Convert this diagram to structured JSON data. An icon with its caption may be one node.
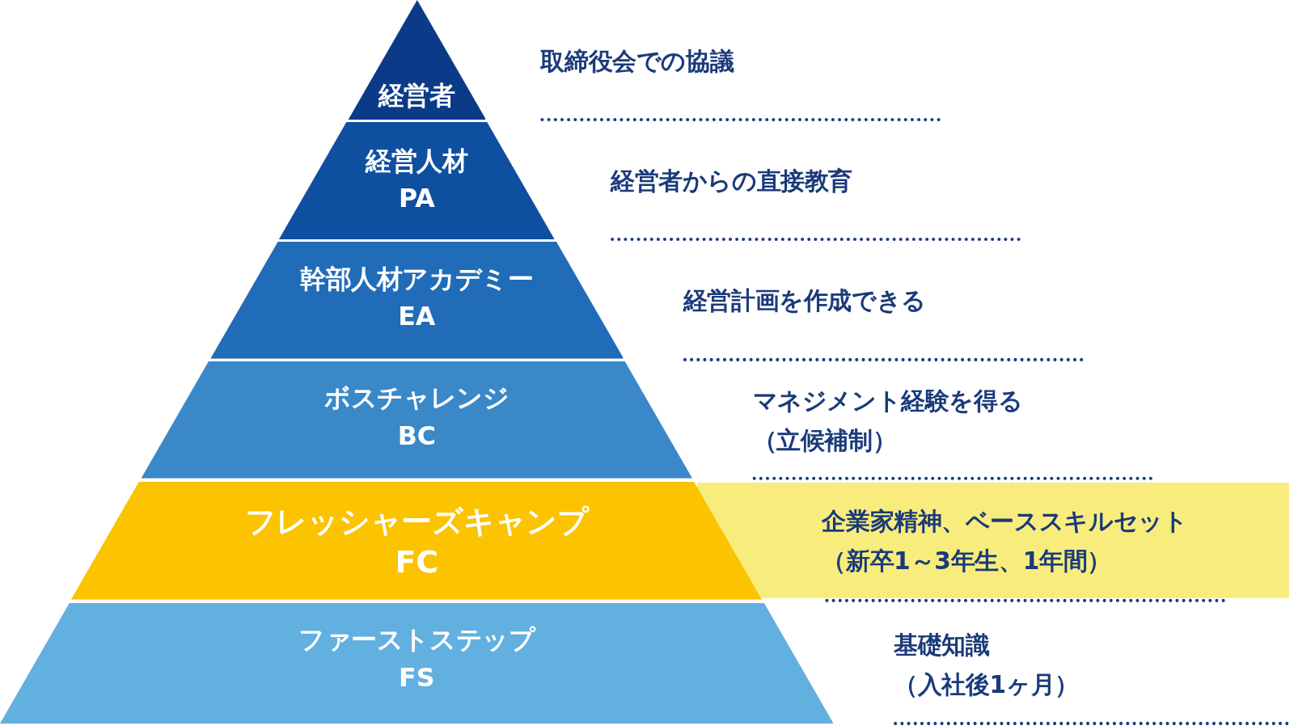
{
  "diagram": {
    "nodes": [
      {
        "text": [
          "経営者"
        ],
        "beside": [
          "取締役会での協議"
        ]
      },
      {
        "text": [
          "経営人材",
          "PA"
        ],
        "beside": [
          "経営者からの直接教育"
        ]
      },
      {
        "text": [
          "幹部人材アカデミー",
          "EA"
        ],
        "beside": [
          "経営計画を作成できる"
        ]
      },
      {
        "text": [
          "ボスチャレンジ",
          "BC"
        ],
        "beside": [
          "マネジメント経験を得る",
          "（立候補制）"
        ]
      },
      {
        "text": [
          "フレッシャーズキャンプ",
          "FC"
        ],
        "beside": [
          "企業家精神、ベーススキルセット",
          "（新卒1～3年生、1年間）"
        ]
      },
      {
        "text": [
          "ファーストステップ",
          "FS"
        ],
        "beside": [
          "基礎知識",
          "（入社後1ヶ月）"
        ]
      }
    ]
  }
}
